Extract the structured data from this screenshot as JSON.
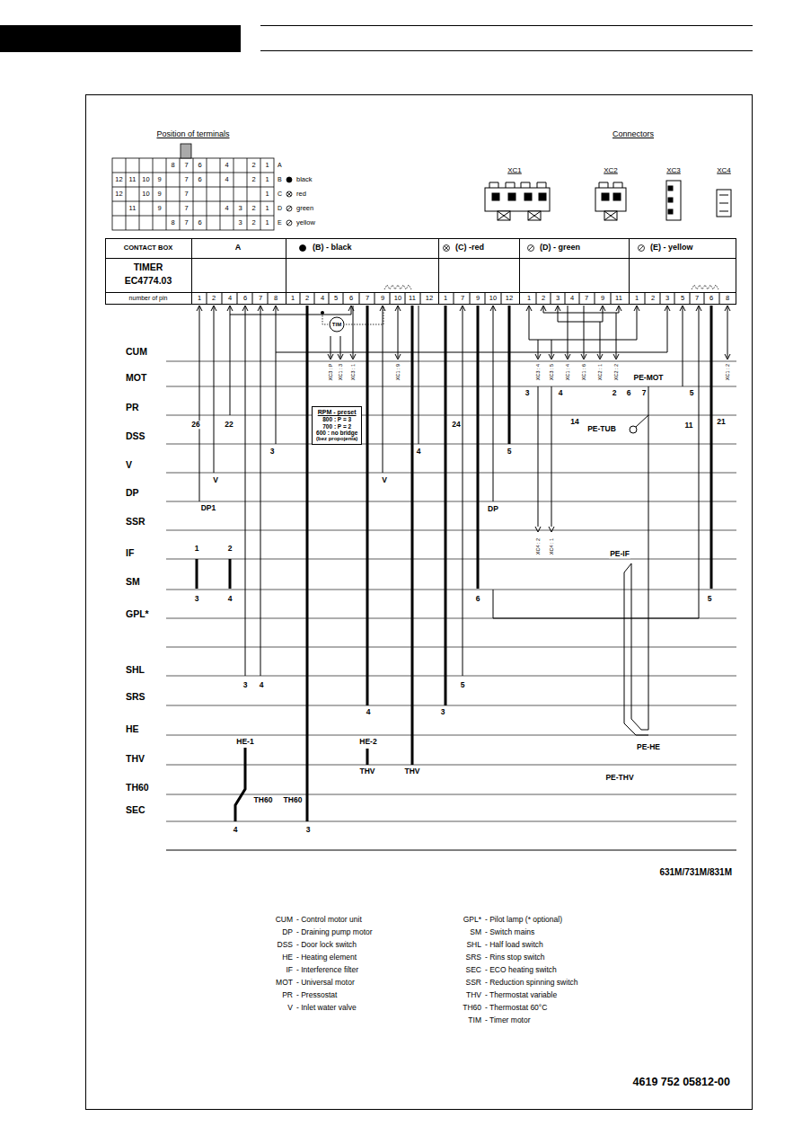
{
  "diagram": {
    "nodes": [
      {
        "text": [
          "RPM - preset",
          "800 : P = 3",
          "700 : P = 2",
          "600 : no bridge",
          "(bez propojenia)"
        ]
      },
      {
        "text": [
          "TIM"
        ]
      }
    ],
    "labels": [
      "Position of terminals",
      "Connectors",
      "XC1",
      "XC2",
      "XC3",
      "XC4",
      "8",
      "7",
      "6",
      "4",
      "2",
      "1",
      "A",
      "12",
      "11",
      "10",
      "9",
      "7",
      "6",
      "4",
      "2",
      "1",
      "B",
      "black",
      "12",
      "10",
      "9",
      "7",
      "1",
      "C",
      "red",
      "11",
      "9",
      "7",
      "4",
      "3",
      "2",
      "1",
      "D",
      "green",
      "8",
      "7",
      "6",
      "3",
      "2",
      "1",
      "E",
      "yellow",
      "CONTACT BOX",
      "A",
      "(B) - black",
      "(C) -red",
      "(D) - green",
      "(E) - yellow",
      "TIMER",
      "EC4774.03",
      "number of pin",
      "1",
      "2",
      "4",
      "6",
      "7",
      "8",
      "1",
      "2",
      "4",
      "5",
      "6",
      "7",
      "9",
      "10",
      "11",
      "12",
      "1",
      "7",
      "9",
      "10",
      "12",
      "1",
      "2",
      "3",
      "4",
      "7",
      "9",
      "11",
      "1",
      "2",
      "3",
      "5",
      "7",
      "6",
      "8",
      "CUM",
      "MOT",
      "PR",
      "DSS",
      "V",
      "DP",
      "SSR",
      "IF",
      "SM",
      "GPL*",
      "SHL",
      "SRS",
      "HE",
      "THV",
      "TH60",
      "SEC",
      "26",
      "22",
      "3",
      "V",
      "DP1",
      "1",
      "2",
      "3",
      "4",
      "3",
      "4",
      "HE-1",
      "TH60",
      "TH60",
      "4",
      "3",
      "V",
      "4",
      "4",
      "HE-2",
      "THV",
      "THV",
      "24",
      "5",
      "DP",
      "6",
      "5",
      "3",
      "3",
      "4",
      "2",
      "6",
      "7",
      "5",
      "14",
      "PE-MOT",
      "PE-TUB",
      "11",
      "21",
      "PE-IF",
      "5",
      "PE-HE",
      "PE-THV",
      "XC3 : P",
      "XC1 : 3",
      "XC3 : 1",
      "XC1 : 9",
      "XC3 : 4",
      "XC3 : 5",
      "XC1 : 4",
      "XC1 : 6",
      "XC2 : 1",
      "XC2 : 2",
      "XC1 : 2",
      "XC4 : 2",
      "XC4 : 1",
      "CUM",
      "- Control motor unit",
      "DP",
      "- Draining pump motor",
      "DSS",
      "- Door lock switch",
      "HE",
      "- Heating element",
      "IF",
      "- Interference filter",
      "MOT",
      "- Universal motor",
      "PR",
      "- Pressostat",
      "V",
      "- Inlet water valve",
      "GPL*",
      "- Pilot lamp (* optional)",
      "SM",
      "- Switch mains",
      "SHL",
      "- Half load switch",
      "SRS",
      "- Rins stop switch",
      "SEC",
      "- ECO heating switch",
      "SSR",
      "- Reduction spinning switch",
      "THV",
      "- Thermostat variable",
      "TH60",
      "- Thermostat 60°C",
      "TIM",
      "- Timer motor",
      "631M/731M/831M",
      "4619 752 05812-00"
    ]
  }
}
